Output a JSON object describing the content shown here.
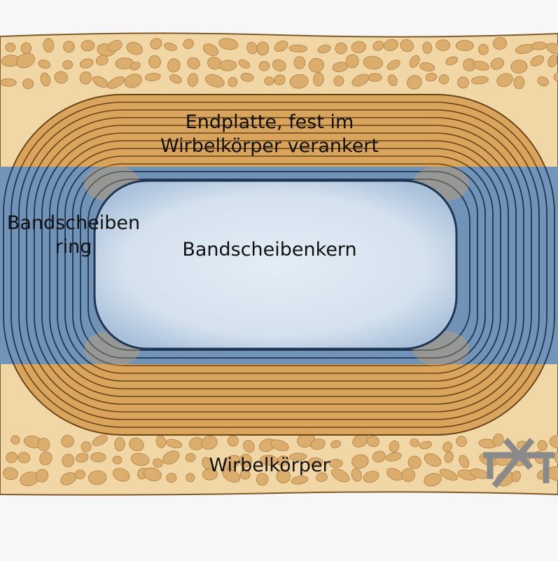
{
  "labels": {
    "endplate_line1": "Endplatte, fest im",
    "endplate_line2": "Wirbelkörper verankert",
    "annulus_line1": "Bandscheiben",
    "annulus_line2": "ring",
    "nucleus": "Bandscheibenkern",
    "vertebral_body": "Wirbelkörper"
  },
  "colors": {
    "bone": "#f1d7a6",
    "bone_outline": "#7e5a2a",
    "spongy_pore": "#dcae6d",
    "endplate": "#d9a45b",
    "endplate_ring": "#6a4418",
    "annulus": "#6d93ba",
    "annulus_ring": "#1f3552",
    "nucleus": "#dbe6f1",
    "background": "#f7f7f8",
    "logo": "#8a8a8a"
  },
  "icons": {
    "logo": "watermark-logo-icon"
  }
}
